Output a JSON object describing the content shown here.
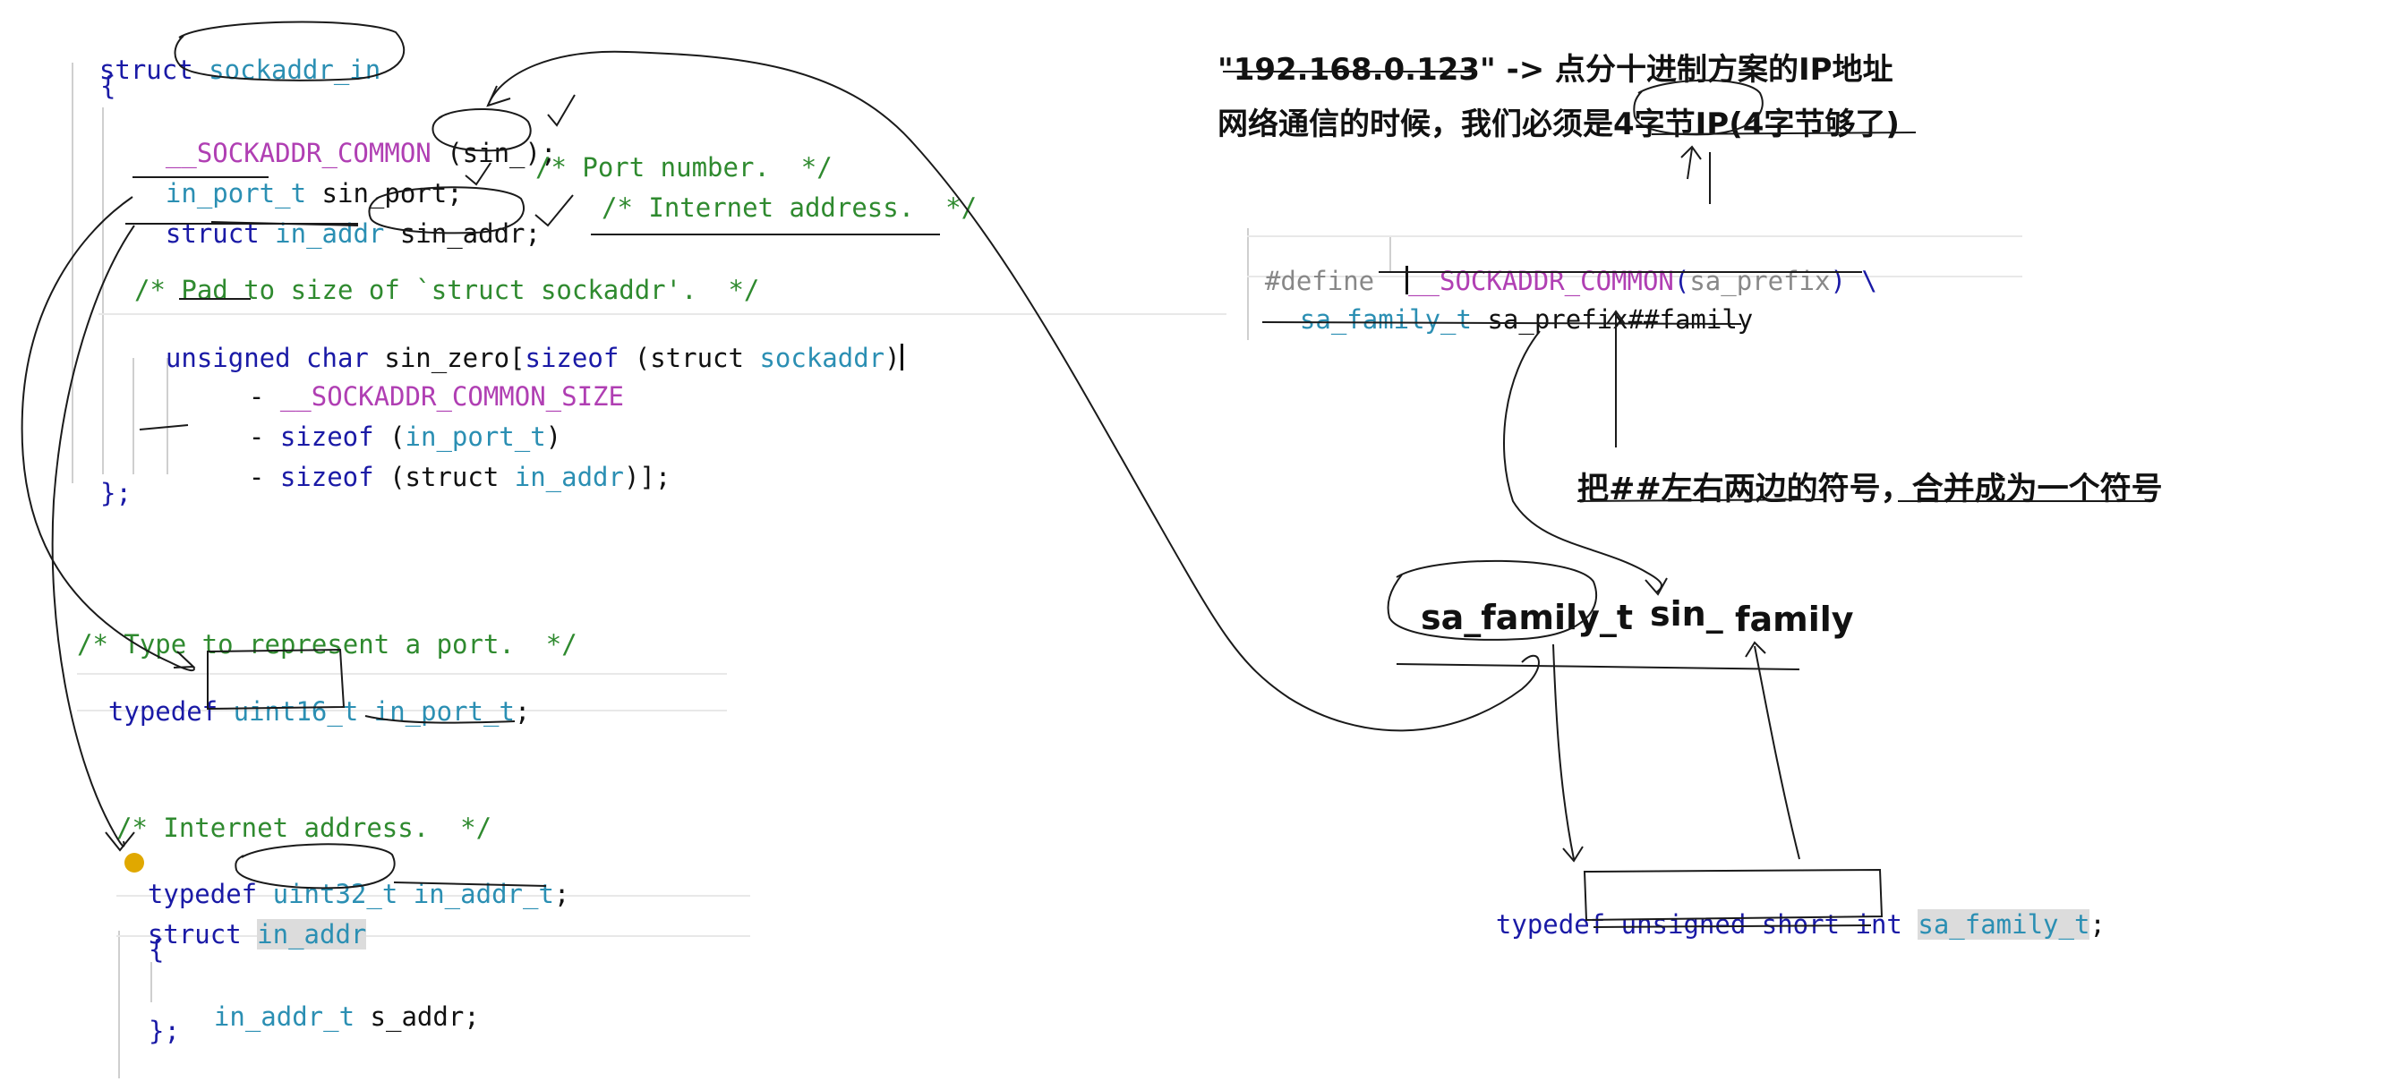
{
  "left_code": {
    "struct_kw": "struct",
    "struct_name": "sockaddr_in",
    "open_brace": "{",
    "common_macro": "__SOCKADDR_COMMON",
    "common_arg": "sin_",
    "common_tail": ");",
    "port_type": "in_port_t",
    "port_field": " sin_port;",
    "port_comment": "/* Port number.  */",
    "addr_kw": "struct",
    "addr_type": "in_addr",
    "addr_field": "sin_addr;",
    "addr_comment": "/* Internet address.  */",
    "pad_comment": "/* Pad to size of `struct sockaddr'.  */",
    "zero_kw": "unsigned char",
    "zero_field": "sin_zero[",
    "zero_sizeof": "sizeof",
    "zero_paren": " (",
    "zero_struct": "struct",
    "zero_type": "sockaddr",
    "zero_close": ")",
    "minus_1": "- ",
    "minus_1_macro": "__SOCKADDR_COMMON_SIZE",
    "minus_2": "- ",
    "minus_2_kw": "sizeof",
    "minus_2_open": " (",
    "minus_2_type": "in_port_t",
    "minus_2_close": ")",
    "minus_3": "- ",
    "minus_3_kw": "sizeof",
    "minus_3_open": " (struct ",
    "minus_3_type": "in_addr",
    "minus_3_close": ")];",
    "close_brace": "};"
  },
  "port_typedef": {
    "comment": "/* Type to represent a port.  */",
    "kw": "typedef",
    "base": "uint16_t",
    "name": "in_port_t",
    "semi": ";"
  },
  "addr_typedef": {
    "comment": "/* Internet address.  */",
    "kw": "typedef",
    "base": "uint32_t",
    "name": "in_addr_t",
    "semi": ";",
    "struct_kw": "struct",
    "struct_name": "in_addr",
    "open": "{",
    "field_type": "in_addr_t",
    "field_name": " s_addr;",
    "close": "};"
  },
  "notes": {
    "ip_line": "\"192.168.0.123\" -> 点分十进制方案的IP地址",
    "net_line": "网络通信的时候，我们必须是4字节IP(4字节够了)",
    "concat_note": "把##左右两边的符号，合并成为一个符号",
    "family_type": "sa_family_t",
    "family_prefix": "sin_",
    "family_suffix": "family"
  },
  "define_code": {
    "define_kw": "#define",
    "macro": "__SOCKADDR_COMMON",
    "open": "(",
    "param": "sa_prefix",
    "close": ")",
    "cont": " \\",
    "field_type": "sa_family_t",
    "field_expr": "sa_prefix##family"
  },
  "family_typedef": {
    "kw": "typedef",
    "base": "unsigned short int",
    "name": "sa_family_t",
    "semi": ";"
  },
  "colors": {
    "keyword": "#1a1aa6",
    "type": "#2b8fb3",
    "macro": "#b03fb3",
    "comment": "#2f8a2f",
    "ink": "#1a1a1a",
    "cursor_dot": "#e0a800"
  }
}
